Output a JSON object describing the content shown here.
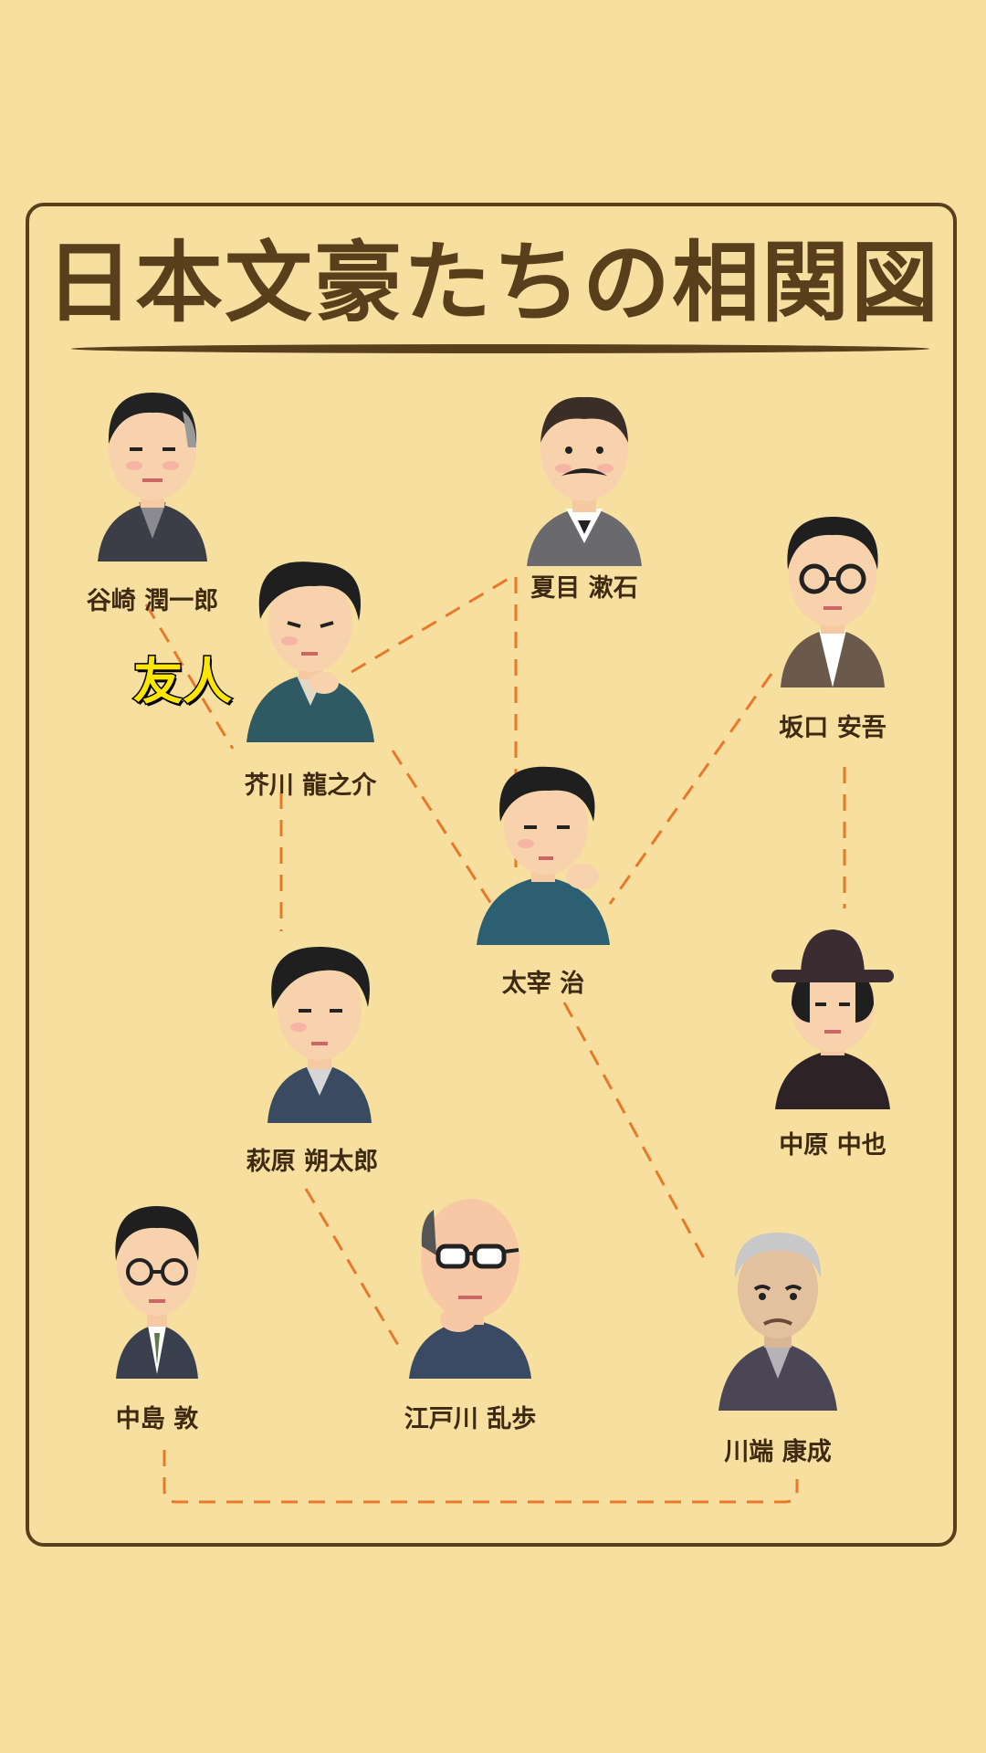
{
  "title": "日本文豪たちの相関図",
  "relation_label": "友人",
  "colors": {
    "background": "#f6df9f",
    "frame": "#5a3f1c",
    "edge": "#e8782a",
    "label_fill": "#ffe600"
  },
  "people": {
    "tanizaki": {
      "name": "谷崎 潤一郎",
      "icon": "man-in-kimono-icon"
    },
    "natsume": {
      "name": "夏目 漱石",
      "icon": "man-with-mustache-icon"
    },
    "akutagawa": {
      "name": "芥川 龍之介",
      "icon": "man-thinking-icon"
    },
    "sakaguchi": {
      "name": "坂口 安吾",
      "icon": "man-with-glasses-icon"
    },
    "dazai": {
      "name": "太宰 治",
      "icon": "man-resting-chin-icon"
    },
    "hagiwara": {
      "name": "萩原 朔太郎",
      "icon": "man-in-kimono-icon"
    },
    "nakahara": {
      "name": "中原 中也",
      "icon": "man-with-hat-icon"
    },
    "nakajima": {
      "name": "中島 敦",
      "icon": "man-with-glasses-icon"
    },
    "edogawa": {
      "name": "江戸川 乱歩",
      "icon": "bald-man-with-glasses-icon"
    },
    "kawabata": {
      "name": "川端 康成",
      "icon": "elderly-man-icon"
    }
  }
}
